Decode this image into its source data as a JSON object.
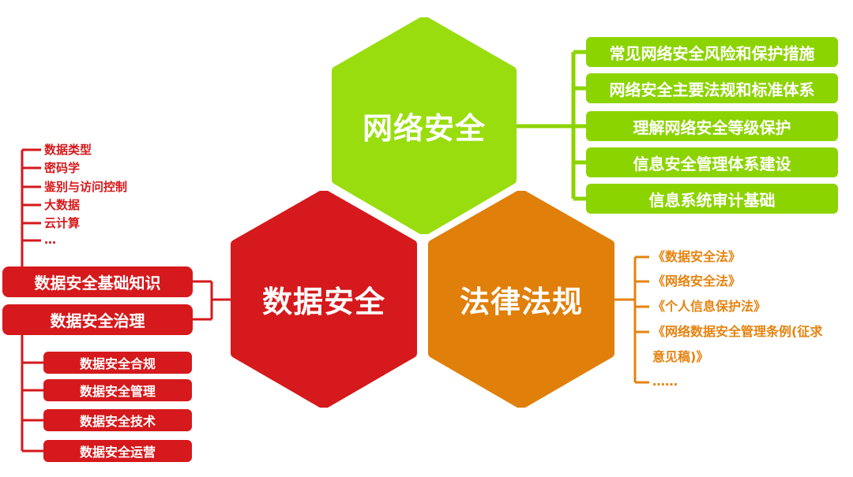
{
  "colors": {
    "green": "#8cd400",
    "red": "#d5191c",
    "orange": "#e5830f",
    "green_hex": "#99dd0f",
    "orange_hex": "#e07f0a"
  },
  "hexes": {
    "network": "网络安全",
    "data": "数据安全",
    "law": "法律法规"
  },
  "network_items": [
    "常见网络安全风险和保护措施",
    "网络安全主要法规和标准体系",
    "理解网络安全等级保护",
    "信息安全管理体系建设",
    "信息系统审计基础"
  ],
  "basics": {
    "box_label": "数据安全基础知识",
    "items": [
      "数据类型",
      "密码学",
      "鉴别与访问控制",
      "大数据",
      "云计算",
      "…"
    ]
  },
  "governance": {
    "box_label": "数据安全治理",
    "items": [
      "数据安全合规",
      "数据安全管理",
      "数据安全技术",
      "数据安全运营"
    ]
  },
  "law_items": [
    "《数据安全法》",
    "《网络安全法》",
    "《个人信息保护法》",
    "《网络数据安全管理条例(征求",
    "意见稿)》",
    "……"
  ]
}
